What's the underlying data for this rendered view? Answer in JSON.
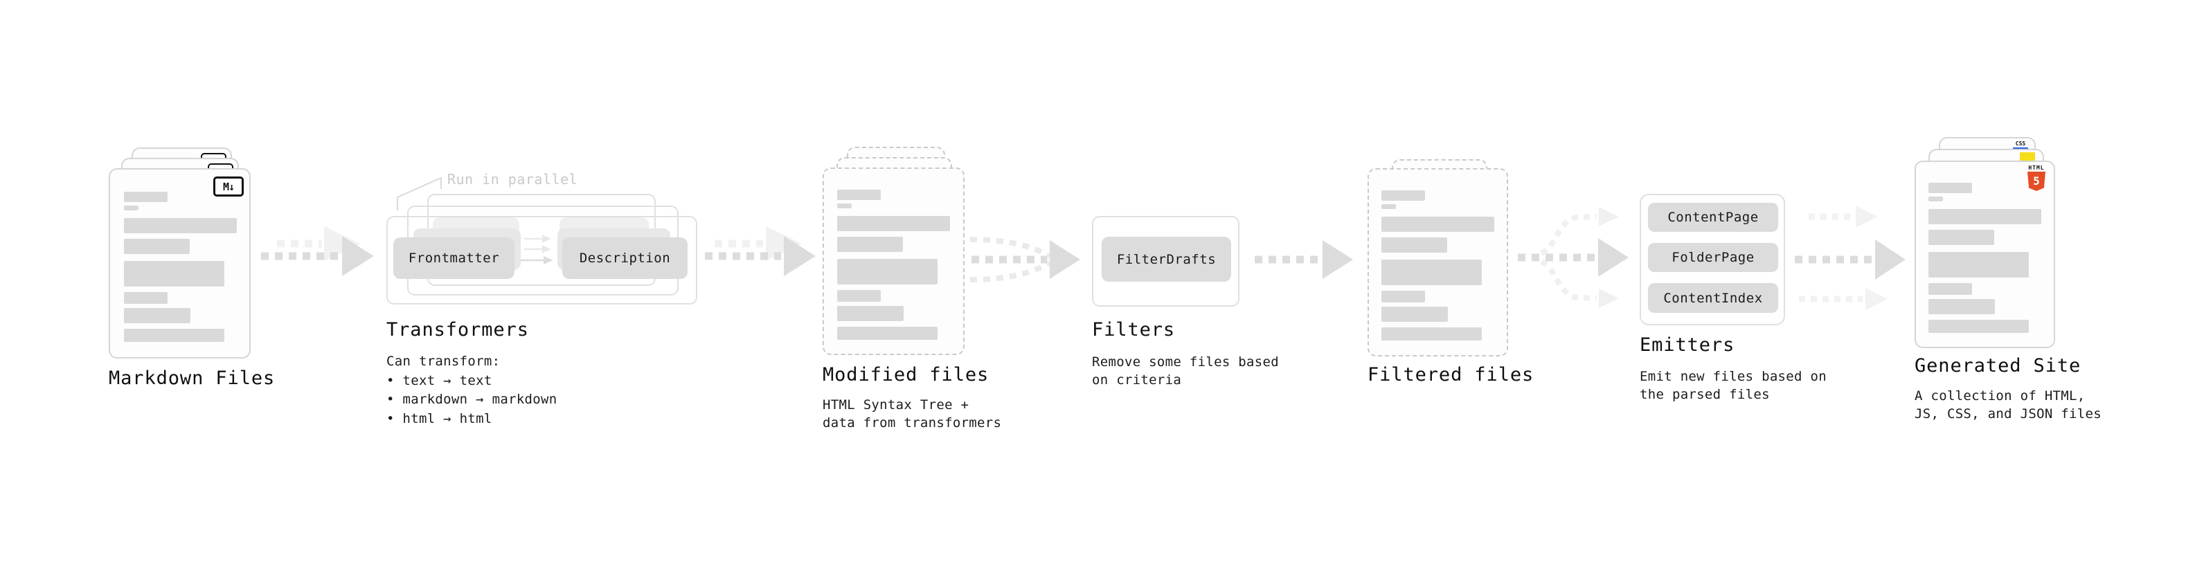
{
  "stages": {
    "markdown": {
      "title": "Markdown Files",
      "badge_text": "M↓"
    },
    "transformers": {
      "note": "Run in parallel",
      "button1": "Frontmatter",
      "button2": "Description",
      "title": "Transformers",
      "description": "Can transform:\n • text → text\n • markdown → markdown\n • html → html"
    },
    "modified": {
      "title": "Modified files",
      "description": "HTML Syntax Tree +\ndata from transformers"
    },
    "filters": {
      "button1": "FilterDrafts",
      "title": "Filters",
      "description": "Remove some files based\non criteria"
    },
    "filtered": {
      "title": "Filtered files"
    },
    "emitters": {
      "button1": "ContentPage",
      "button2": "FolderPage",
      "button3": "ContentIndex",
      "title": "Emitters",
      "description": "Emit new files based on\nthe parsed files"
    },
    "generated": {
      "title": "Generated Site",
      "description": "A collection of HTML,\nJS, CSS, and JSON files",
      "css_badge": "CSS",
      "html_badge_word": "HTML",
      "html_badge_number": "5"
    }
  },
  "colors": {
    "html5_orange": "#e44d26",
    "js_yellow": "#f5de19",
    "css_blue": "#2760e6",
    "placeholder_bar_gray": "#d9d9d9",
    "arrow_gray": "#dcdcdc",
    "arrow_light_gray": "#f0f0f0"
  }
}
